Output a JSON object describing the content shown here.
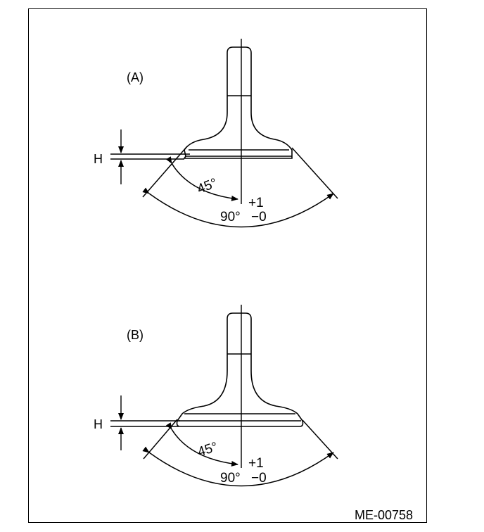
{
  "figure_code": "ME-00758",
  "views": [
    {
      "label": "(A)",
      "h_label": "H",
      "angle_45": "45°",
      "angle_90": "90°",
      "tol_plus": "+1",
      "tol_minus": "−0"
    },
    {
      "label": "(B)",
      "h_label": "H",
      "angle_45": "45°",
      "angle_90": "90°",
      "tol_plus": "+1",
      "tol_minus": "−0"
    }
  ]
}
